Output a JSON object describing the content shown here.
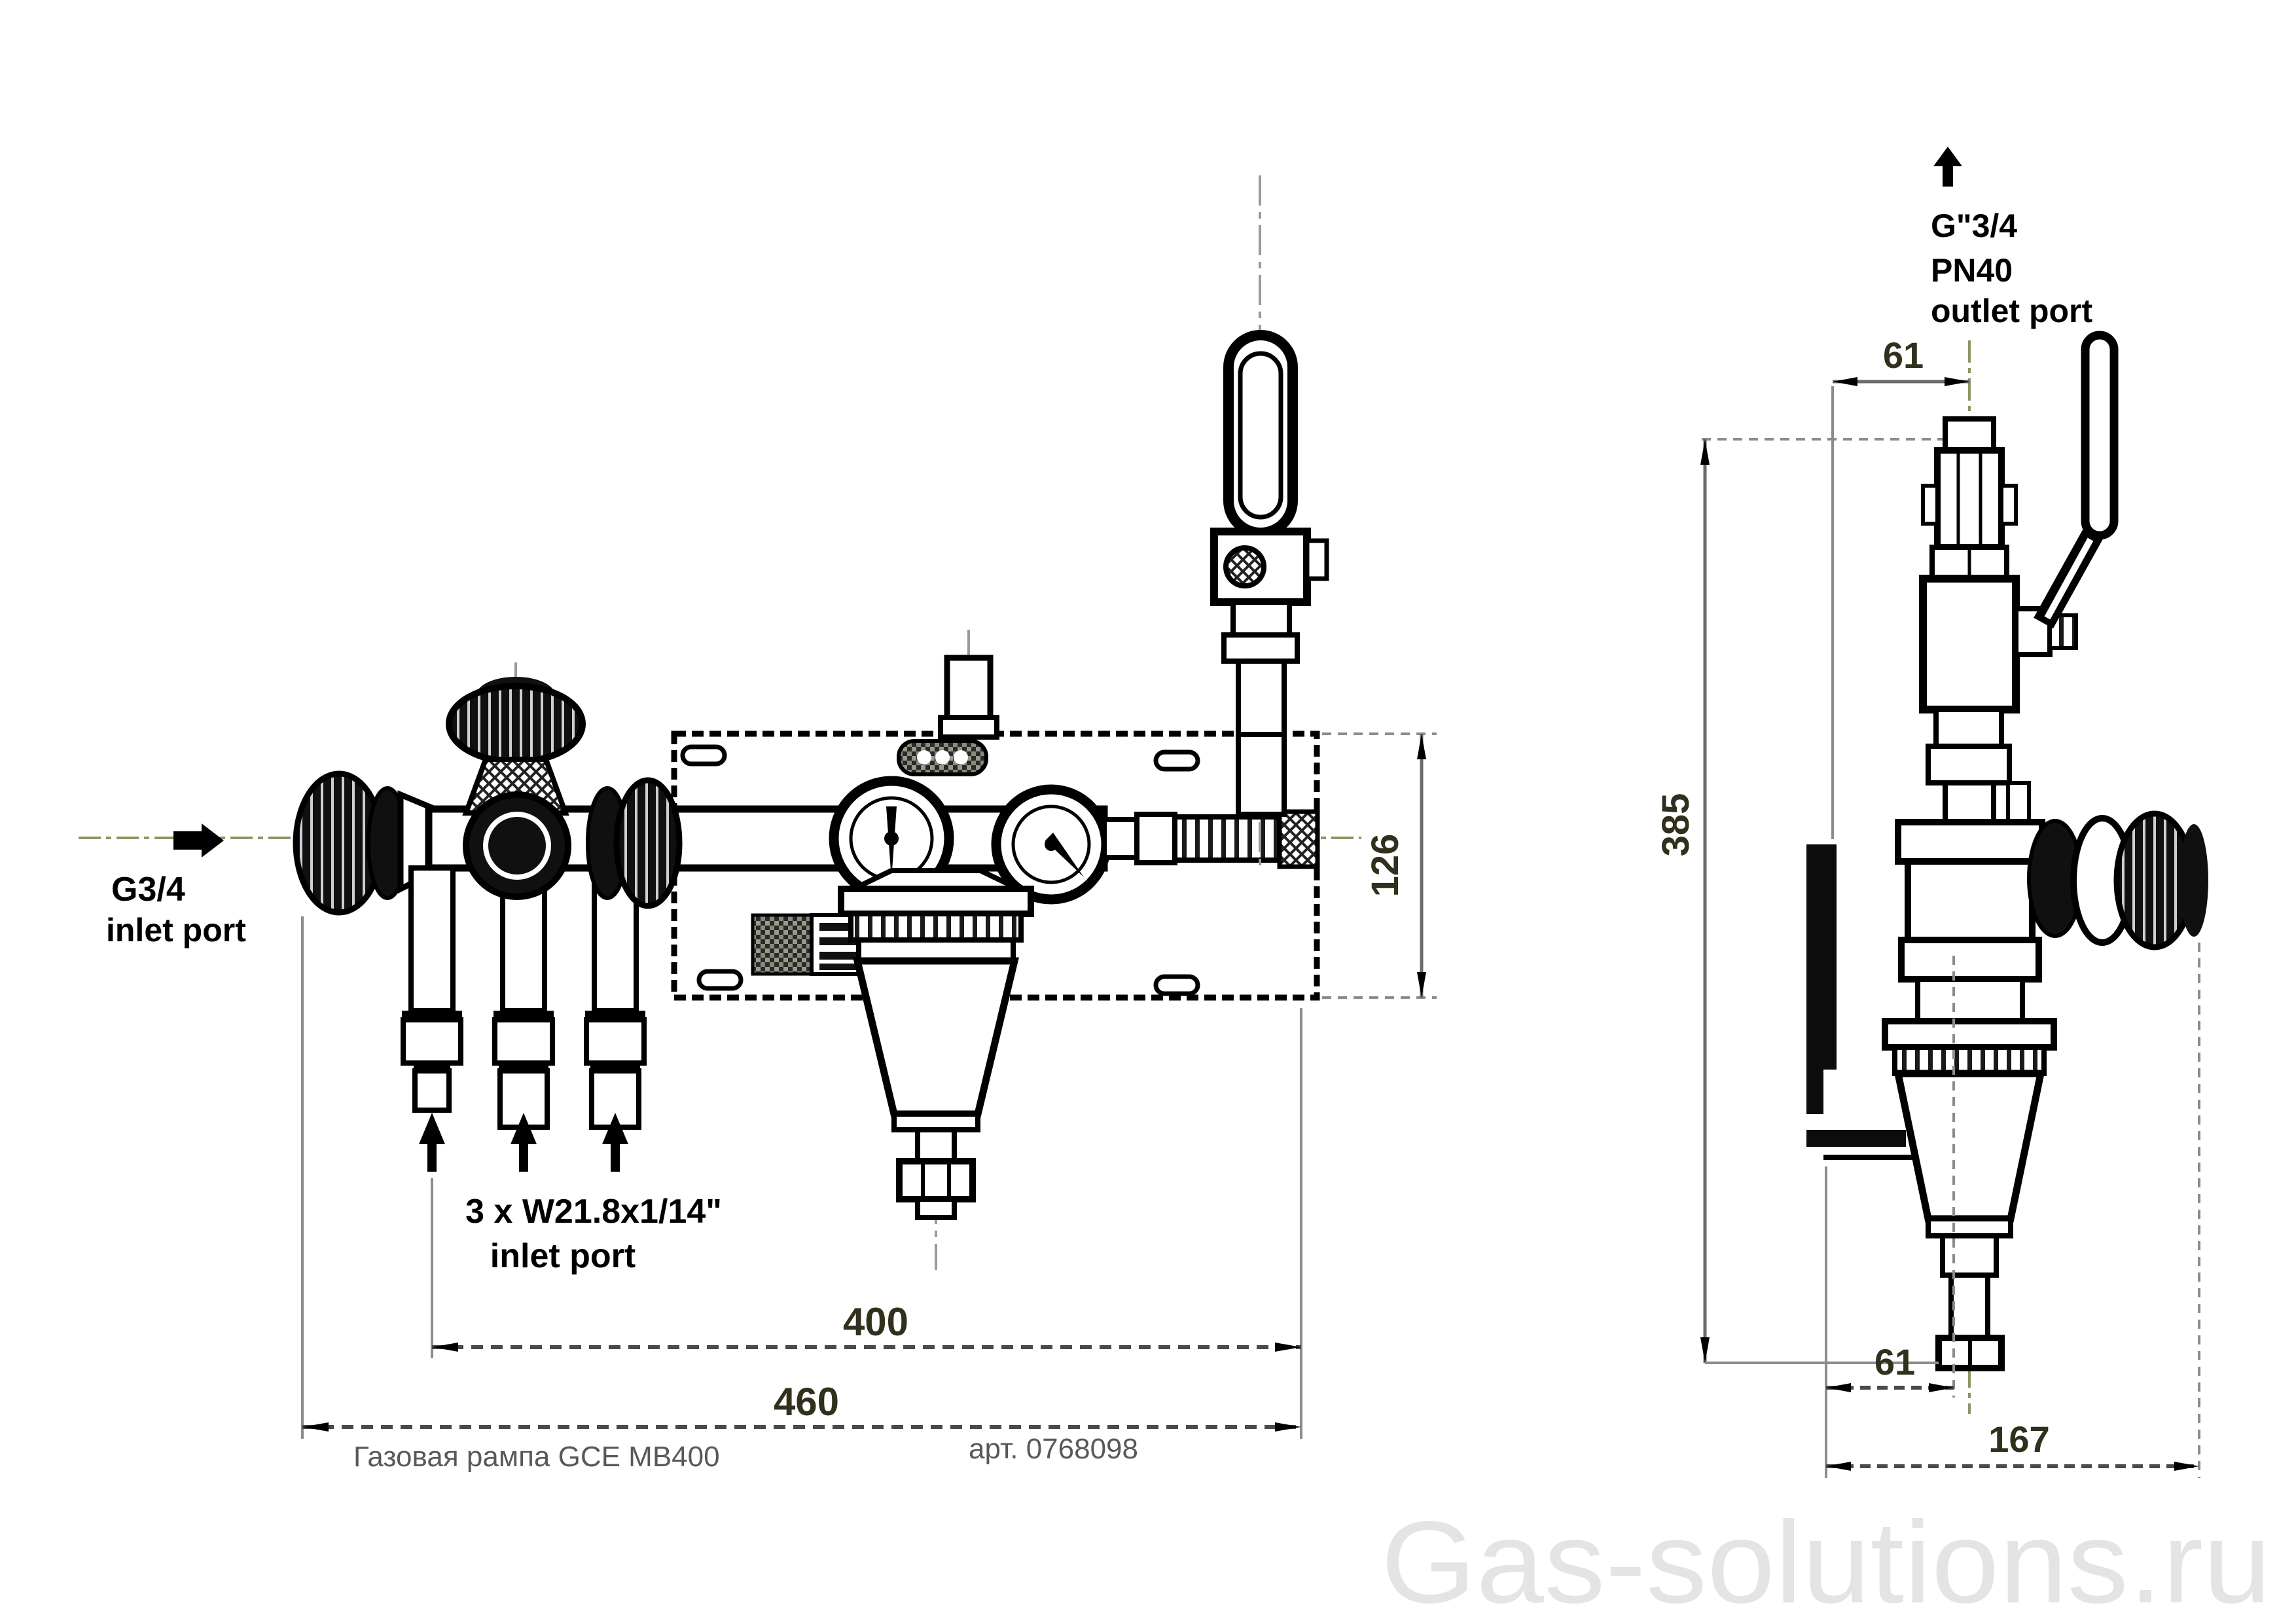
{
  "front": {
    "inlet_label1": "G3/4",
    "inlet_label2": "inlet port",
    "cyl_label1": "3 x W21.8x1/14\"",
    "cyl_label2": "inlet port",
    "dim_plate_height": "126",
    "dim_ports": "400",
    "dim_overall": "460"
  },
  "side": {
    "outlet_label1": "G\"3/4",
    "outlet_label2": "PN40",
    "outlet_label3": "outlet port",
    "dim_top": "61",
    "dim_height": "385",
    "dim_bottom": "61",
    "dim_depth": "167"
  },
  "caption": "Газовая рампа GCE MB400",
  "article": "арт. 0768098",
  "watermark": "Gas-solutions.ru",
  "colors": {
    "line": "#000000",
    "dim": "#444444",
    "ext": "#8c8c8c",
    "centerline": "#8f9464",
    "caption_text": "#595959",
    "watermark_text": "#e4e4e4"
  }
}
